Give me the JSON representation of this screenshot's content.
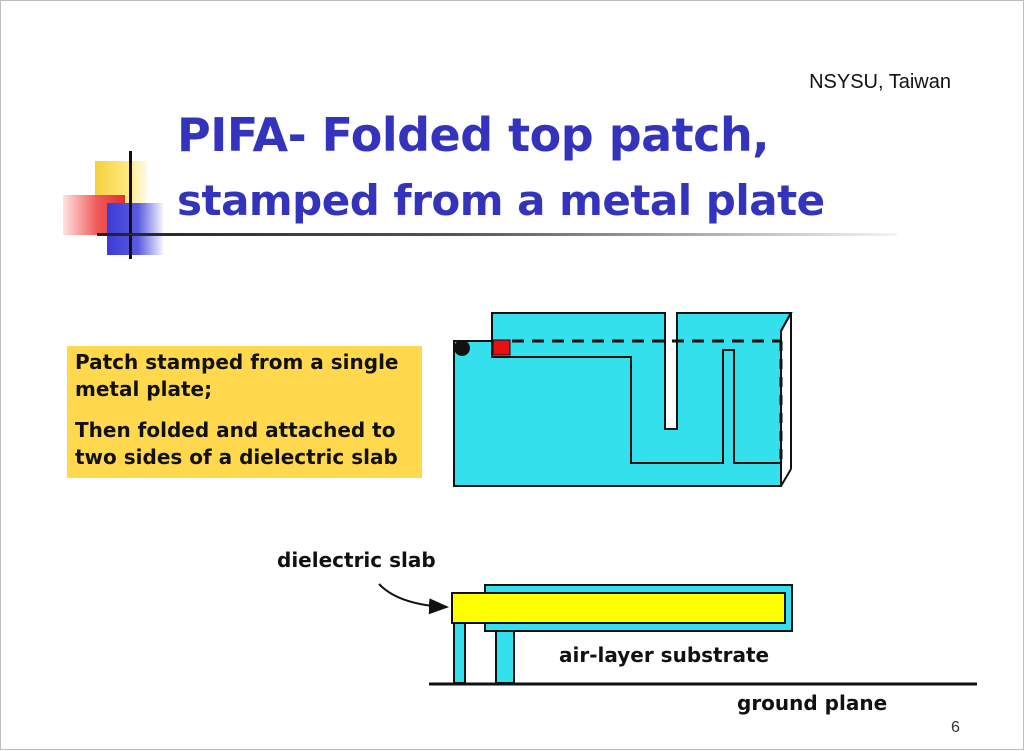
{
  "slide": {
    "affiliation": "NSYSU, Taiwan",
    "title_line1": "PIFA- Folded top patch,",
    "title_line2": "stamped from a metal plate",
    "page_number": "6"
  },
  "callout": {
    "paragraph1": "Patch stamped from a single metal plate;",
    "paragraph2": "Then folded and attached to two sides of a dielectric slab"
  },
  "diagram": {
    "labels": {
      "dielectric_slab": "dielectric slab",
      "air_layer": "air-layer substrate",
      "ground_plane": "ground plane"
    }
  },
  "colors": {
    "title": "#3333bb",
    "patch_fill": "#33e0ec",
    "dielectric_fill": "#ffff00",
    "callout_fill": "#ffd84d",
    "feed_point": "#e81010"
  }
}
